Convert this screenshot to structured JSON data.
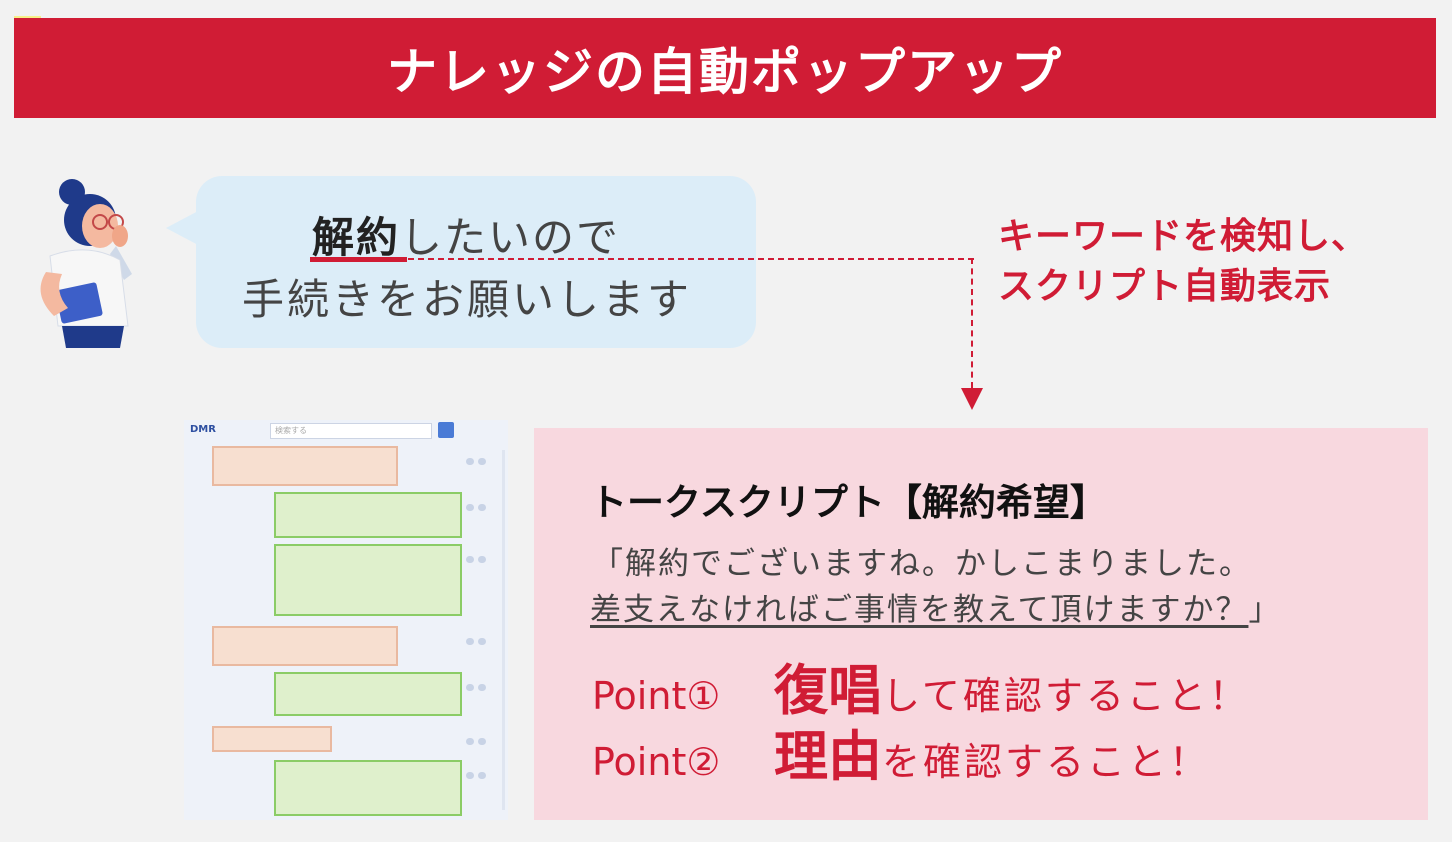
{
  "header": {
    "title": "ナレッジの自動ポップアップ"
  },
  "customer": {
    "keyword": "解約",
    "line1_rest": "したいので",
    "line2": "手続きをお願いします"
  },
  "annotation": {
    "line1": "キーワードを検知し、",
    "line2": "スクリプト自動表示"
  },
  "chat_window": {
    "logo": "DMR",
    "search_placeholder": "検索する"
  },
  "script": {
    "title": "トークスクリプト【解約希望】",
    "line1": "「解約でございますね。かしこまりました。",
    "line2_underlined": "差支えなければご事情を教えて頂けますか？",
    "line2_end": "」",
    "points": [
      {
        "label": "Point①",
        "emphasis": "復唱",
        "rest": "して確認すること！"
      },
      {
        "label": "Point②",
        "emphasis": "理由",
        "rest": "を確認すること！"
      }
    ]
  },
  "colors": {
    "accent_red": "#d01c35",
    "bubble_blue": "#dcedf8",
    "card_pink": "#f8d8df"
  }
}
